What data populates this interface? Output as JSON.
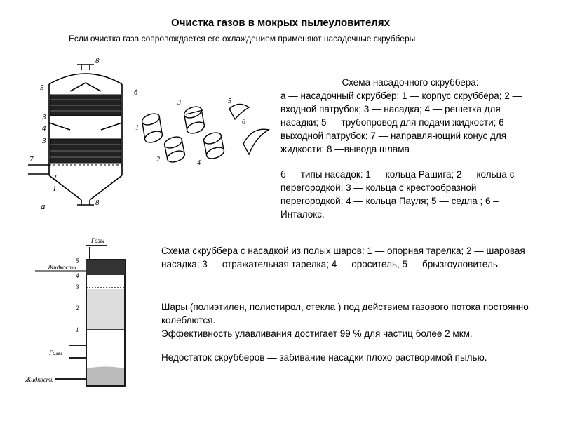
{
  "title": "Очистка газов в мокрых пылеуловителях",
  "subtitle": "Если очистка газа сопровождается его охлаждением применяют насадочные скрубберы",
  "packed_scrubber": {
    "heading": "Схема насадочного скруббера:",
    "text": "а — насадочный скруббер: 1 — корпус скруббера; 2 — входной патрубок; 3 — насадка; 4 — решетка для насадки; 5 — трубопровод для подачи жидкости; 6 — выходной патрубок; 7 — направля-ющий конус для жидкости; 8 —вывода шлама"
  },
  "packing_types": "б — типы насадок: 1 — кольца Рашига; 2 — кольца с перегородкой; 3 — кольца с крестообразной перегородкой; 4 — кольца Пауля; 5 — седла ; 6 – Инталокс.",
  "ball_scrubber": "Схема скруббера с насадкой из полых шаров: 1 — опорная тарелка; 2 — шаровая насадка; 3 — отражательная тарелка; 4 — ороситель, 5 — брызгоуловитель.",
  "balls_description": [
    "Шары (полиэтилен, полистирол, стекла ) под действием газового потока постоянно колеблются.",
    "Эффективность улавливания достигает 99 % для частиц более 2 мкм."
  ],
  "drawback": "Недостаток скрубберов — забивание насадки плохо растворимой пылью.",
  "diagram_a_labels": {
    "fig": "а",
    "l8top": "8",
    "l5": "5",
    "l3a": "3",
    "l4": "4",
    "l3b": "3",
    "l7left": "7",
    "l7right": "7",
    "l1": "1",
    "l2": "2",
    "l8bottom": "8"
  },
  "diagram_b_labels": {
    "fig": "б",
    "r1": "1",
    "r2": "2",
    "r3": "3",
    "r4": "4",
    "r5": "5",
    "r6": "6"
  },
  "diagram_c_labels": {
    "gas_out": "Газы",
    "liquid_in": "Жидкость",
    "gas_in": "Газы",
    "liquid_out": "Жидкость",
    "n5": "5",
    "n4": "4",
    "n3": "3",
    "n2": "2",
    "n1": "1"
  }
}
